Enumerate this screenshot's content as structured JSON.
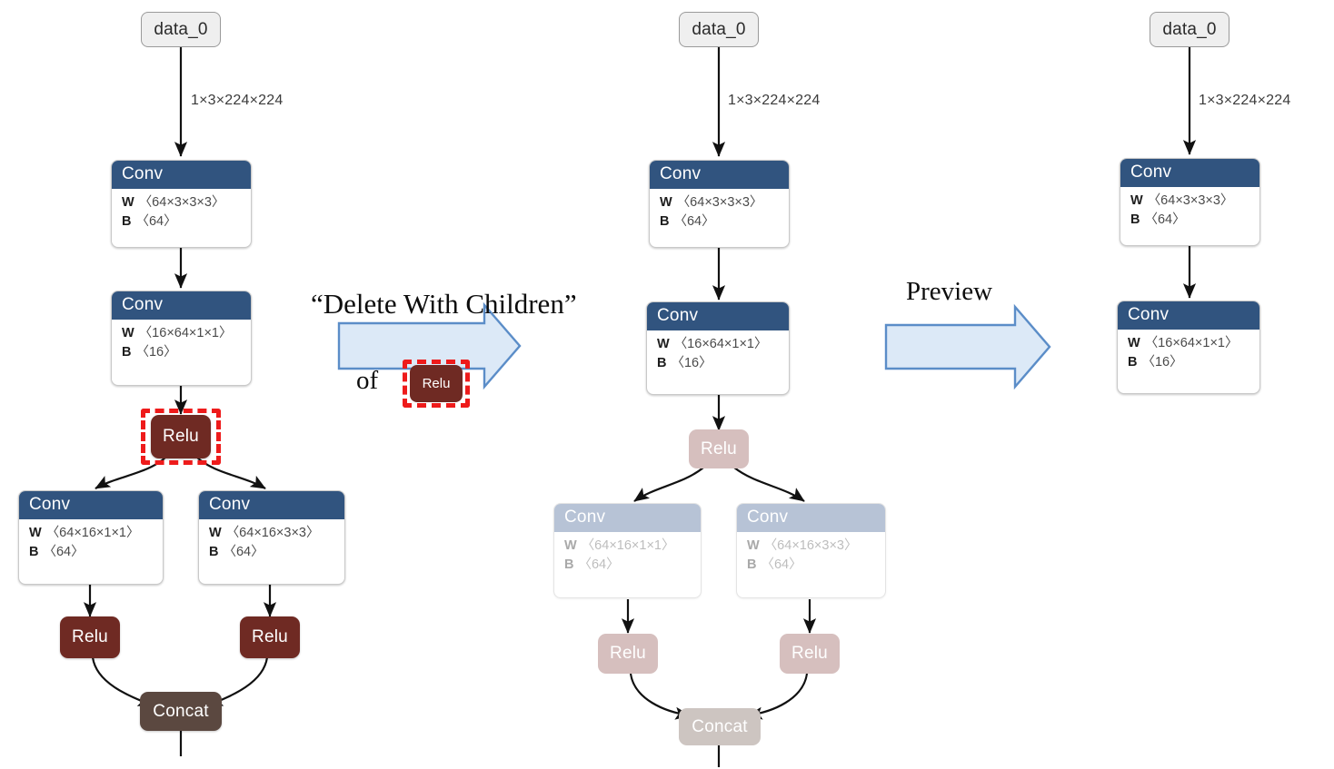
{
  "figure": {
    "title": "Delete With Children operation on a neural network graph editor",
    "colors": {
      "conv_header": "#31547f",
      "relu": "#6f2a23",
      "concat": "#5b4840",
      "input_pill": "#efefef",
      "selection_red": "#ee1b1b",
      "arrow_fill": "#dce9f7",
      "arrow_stroke": "#5b8dc8",
      "ghost_conv_header": "#b7c3d6",
      "ghost_relu": "#d6bfbe",
      "ghost_concat": "#cdc5c1"
    }
  },
  "labels": {
    "input": "data_0",
    "conv": "Conv",
    "relu": "Relu",
    "concat": "Concat",
    "w_key": "W",
    "b_key": "B",
    "tensor_shape": "1×3×224×224"
  },
  "annotations": {
    "delete_with_children": "“Delete With Children”",
    "of": "of",
    "chip_relu": "Relu",
    "preview": "Preview"
  },
  "graphs": [
    {
      "id": "original",
      "name": "original-graph",
      "nodes": [
        {
          "id": "data_0",
          "type": "input",
          "label": "data_0"
        },
        {
          "id": "conv_1",
          "type": "conv",
          "label": "Conv",
          "w": "〈64×3×3×3〉",
          "b": "〈64〉"
        },
        {
          "id": "conv_2",
          "type": "conv",
          "label": "Conv",
          "w": "〈16×64×1×1〉",
          "b": "〈16〉"
        },
        {
          "id": "relu_1",
          "type": "relu",
          "label": "Relu",
          "selected": true
        },
        {
          "id": "conv_3",
          "type": "conv",
          "label": "Conv",
          "w": "〈64×16×1×1〉",
          "b": "〈64〉"
        },
        {
          "id": "conv_4",
          "type": "conv",
          "label": "Conv",
          "w": "〈64×16×3×3〉",
          "b": "〈64〉"
        },
        {
          "id": "relu_2",
          "type": "relu",
          "label": "Relu"
        },
        {
          "id": "relu_3",
          "type": "relu",
          "label": "Relu"
        },
        {
          "id": "concat_1",
          "type": "concat",
          "label": "Concat"
        }
      ],
      "edges": [
        {
          "from": "data_0",
          "to": "conv_1",
          "label": "1×3×224×224"
        },
        {
          "from": "conv_1",
          "to": "conv_2",
          "label": ""
        },
        {
          "from": "conv_2",
          "to": "relu_1",
          "label": ""
        },
        {
          "from": "relu_1",
          "to": "conv_3",
          "label": ""
        },
        {
          "from": "relu_1",
          "to": "conv_4",
          "label": ""
        },
        {
          "from": "conv_3",
          "to": "relu_2",
          "label": ""
        },
        {
          "from": "conv_4",
          "to": "relu_3",
          "label": ""
        },
        {
          "from": "relu_2",
          "to": "concat_1",
          "label": ""
        },
        {
          "from": "relu_3",
          "to": "concat_1",
          "label": ""
        }
      ]
    },
    {
      "id": "marked",
      "name": "marked-for-deletion-graph",
      "nodes": [
        {
          "id": "data_0",
          "type": "input",
          "label": "data_0"
        },
        {
          "id": "conv_1",
          "type": "conv",
          "label": "Conv",
          "w": "〈64×3×3×3〉",
          "b": "〈64〉"
        },
        {
          "id": "conv_2",
          "type": "conv",
          "label": "Conv",
          "w": "〈16×64×1×1〉",
          "b": "〈16〉"
        },
        {
          "id": "relu_1",
          "type": "relu",
          "label": "Relu",
          "ghost": true
        },
        {
          "id": "conv_3",
          "type": "conv",
          "label": "Conv",
          "w": "〈64×16×1×1〉",
          "b": "〈64〉",
          "ghost": true
        },
        {
          "id": "conv_4",
          "type": "conv",
          "label": "Conv",
          "w": "〈64×16×3×3〉",
          "b": "〈64〉",
          "ghost": true
        },
        {
          "id": "relu_2",
          "type": "relu",
          "label": "Relu",
          "ghost": true
        },
        {
          "id": "relu_3",
          "type": "relu",
          "label": "Relu",
          "ghost": true
        },
        {
          "id": "concat_1",
          "type": "concat",
          "label": "Concat",
          "ghost": true
        }
      ],
      "edges": [
        {
          "from": "data_0",
          "to": "conv_1",
          "label": "1×3×224×224"
        }
      ]
    },
    {
      "id": "result",
      "name": "result-graph",
      "nodes": [
        {
          "id": "data_0",
          "type": "input",
          "label": "data_0"
        },
        {
          "id": "conv_1",
          "type": "conv",
          "label": "Conv",
          "w": "〈64×3×3×3〉",
          "b": "〈64〉"
        },
        {
          "id": "conv_2",
          "type": "conv",
          "label": "Conv",
          "w": "〈16×64×1×1〉",
          "b": "〈16〉"
        }
      ],
      "edges": [
        {
          "from": "data_0",
          "to": "conv_1",
          "label": "1×3×224×224"
        },
        {
          "from": "conv_1",
          "to": "conv_2",
          "label": ""
        }
      ]
    }
  ]
}
